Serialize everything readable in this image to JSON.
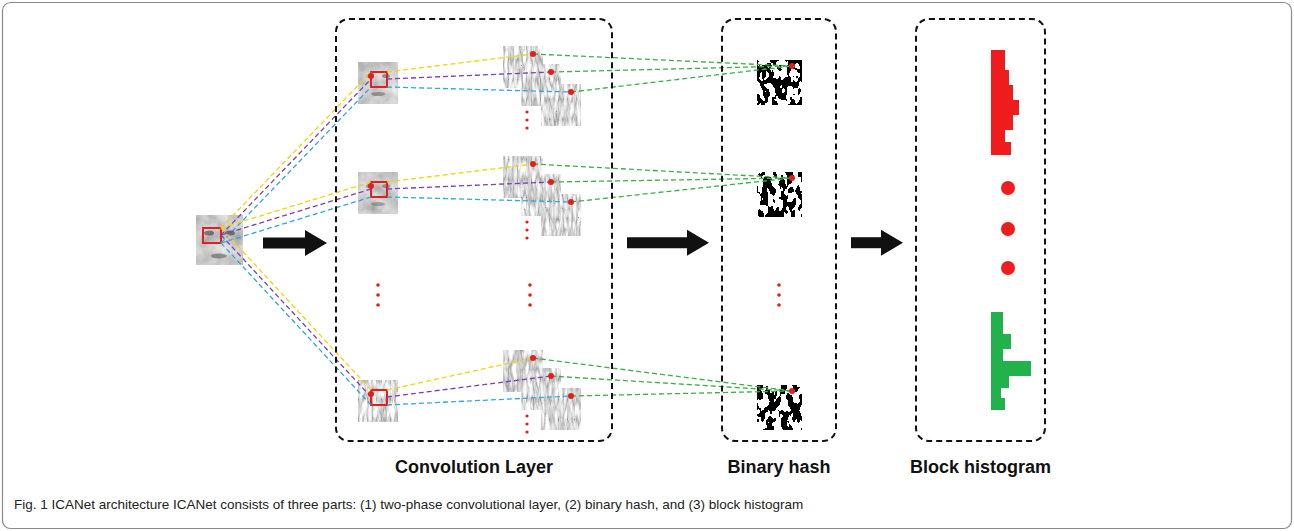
{
  "diagram": {
    "caption": "Fig. 1 ICANet architecture ICANet consists of three parts: (1) two-phase convolutional layer, (2) binary hash, and (3) block histogram",
    "nodes": [
      {
        "text": [
          "Convolution Layer"
        ]
      },
      {
        "text": [
          "Binary hash"
        ]
      },
      {
        "text": [
          "Block histogram"
        ]
      }
    ],
    "edges": [
      {
        "from": 0,
        "to": 1,
        "arrow": "to"
      },
      {
        "from": 1,
        "to": 2,
        "arrow": "to"
      }
    ]
  }
}
